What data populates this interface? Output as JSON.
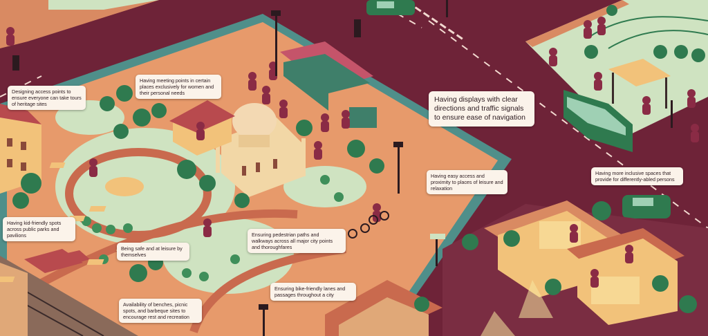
{
  "callouts": [
    {
      "id": "heritage",
      "text": "Designing access points to ensure everyone can take tours of heritage sites"
    },
    {
      "id": "women-meeting",
      "text": "Having meeting points in certain places exclusively for women and their personal needs"
    },
    {
      "id": "displays",
      "text": "Having displays with clear directions and traffic signals to ensure ease of navigation"
    },
    {
      "id": "leisure-access",
      "text": "Having easy access and proximity to places of leisure and relaxation"
    },
    {
      "id": "inclusive-spaces",
      "text": "Having more inclusive spaces that provide for differently-abled persons"
    },
    {
      "id": "kid-friendly",
      "text": "Having kid-friendly spots across public parks and pavilions"
    },
    {
      "id": "safe-leisure",
      "text": "Being safe and at leisure by themselves"
    },
    {
      "id": "pedestrian",
      "text": "Ensuring pedestrian paths and walkways across all major city points and thoroughfares"
    },
    {
      "id": "benches",
      "text": "Availability of benches, picnic spots, and barbeque sites to encourage rest and recreation"
    },
    {
      "id": "bike-lanes",
      "text": "Ensuring bike-friendly lanes and passages throughout a city"
    }
  ],
  "colors": {
    "road": "#6e2338",
    "plaza_edge": "#4f8f8a",
    "plaza": "#e79a6b",
    "path": "#c96a4e",
    "grass": "#cfe3c1",
    "tree": "#2f7a4f",
    "tree_dark": "#1e5a3a",
    "building": "#f2c27a",
    "roof": "#b84a4e",
    "callout_bg": "#fbf3ea",
    "bus": "#2f7a4f",
    "person": "#8a2b45"
  }
}
